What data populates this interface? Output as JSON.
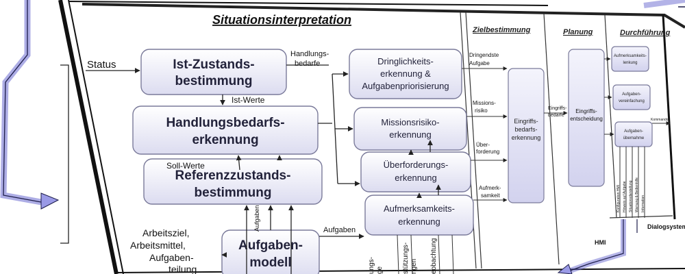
{
  "sections": {
    "situation": "Situationsinterpretation",
    "goal": "Zielbestimmung",
    "planning": "Planung",
    "execution": "Durchführung"
  },
  "nodes": {
    "ist_l1": "Ist-Zustands-",
    "ist_l2": "bestimmung",
    "hb_l1": "Handlungsbedarfs-",
    "hb_l2": "erkennung",
    "ref_l1": "Referenzzustands-",
    "ref_l2": "bestimmung",
    "am_l1": "Aufgaben-",
    "am_l2": "modell",
    "dr_l1": "Dringlichkeits-",
    "dr_l2": "erkennung &",
    "dr_l3": "Aufgabenpriorisierung",
    "mr_l1": "Missionsrisiko-",
    "mr_l2": "erkennung",
    "ue_l1": "Überforderungs-",
    "ue_l2": "erkennung",
    "au_l1": "Aufmerksamkeits-",
    "au_l2": "erkennung",
    "eb_l1": "Eingriffs-",
    "eb_l2": "bedarfs-",
    "eb_l3": "erkennung",
    "es_l1": "Eingriffs-",
    "es_l2": "entscheidung",
    "al_l1": "Aufmerksamkeits-",
    "al_l2": "lenkung",
    "av_l1": "Aufgaben-",
    "av_l2": "vereinfachung",
    "ao_l1": "Aufgaben-",
    "ao_l2": "übernahme"
  },
  "labels": {
    "status": "Status",
    "handlungsbedarfe_l1": "Handlungs-",
    "handlungsbedarfe_l2": "bedarfe",
    "ist_werte": "Ist-Werte",
    "soll_werte": "Soll-Werte",
    "arbeitsziel": "Arbeitsziel,",
    "arbeitsmittel": "Arbeitsmittel,",
    "aufgaben_l1": "Aufgaben-",
    "aufgaben_l2": "teilung",
    "aufgaben": "Aufgaben",
    "aufgaben_vert": "Aufgaben",
    "dringendste_l1": "Dringendste",
    "dringendste_l2": "Aufgabe",
    "missions_l1": "Missions-",
    "missions_l2": "risiko",
    "ueber_l1": "Über-",
    "ueber_l2": "forderung",
    "aufmerk_l1": "Aufmerk-",
    "aufmerk_l2": "samkeit",
    "eingriffs_l1": "Eingriffs-",
    "eingriffs_l2": "bedarfe",
    "kommandos": "Kommandos",
    "hmi": "HMI",
    "dialogsystem": "Dialogsystem",
    "konf_hmi": "Konfiguration HMI",
    "hinweis": "Hinweis auf Aufgabe",
    "situations": "Situationsdarstellung",
    "warnung": "Warnung & Bedienhilfe",
    "information": "Information",
    "partial_a": "ungs-",
    "partial_a2": "ge",
    "partial_b": "stützungs-",
    "partial_b2": "ngen",
    "partial_c": "eobachtung"
  }
}
